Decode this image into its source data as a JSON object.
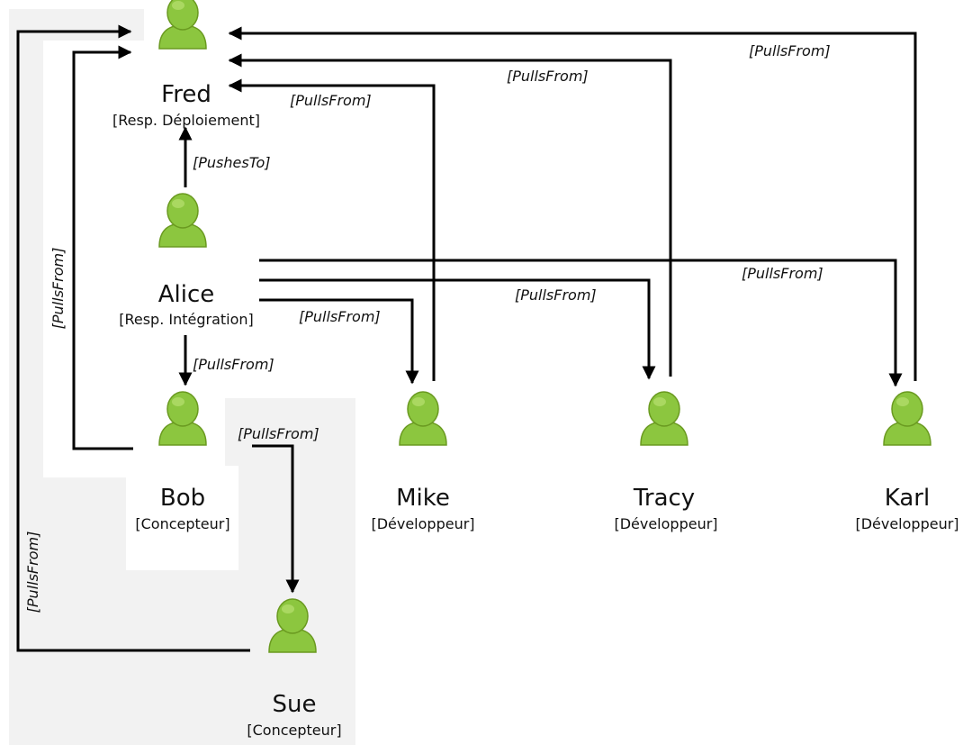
{
  "colors": {
    "background": "#ffffff",
    "shade": "#f2f2f2",
    "person_fill": "#8cc63f",
    "person_stroke": "#6a9a20",
    "edge": "#000000"
  },
  "icon": "person-icon",
  "people": {
    "fred": {
      "name": "Fred",
      "role": "[Resp. Déploiement]"
    },
    "alice": {
      "name": "Alice",
      "role": "[Resp. Intégration]"
    },
    "bob": {
      "name": "Bob",
      "role": "[Concepteur]"
    },
    "sue": {
      "name": "Sue",
      "role": "[Concepteur]"
    },
    "mike": {
      "name": "Mike",
      "role": "[Développeur]"
    },
    "tracy": {
      "name": "Tracy",
      "role": "[Développeur]"
    },
    "karl": {
      "name": "Karl",
      "role": "[Développeur]"
    }
  },
  "relations": {
    "alice_fred": "[PushesTo]",
    "fred_karl": "[PullsFrom]",
    "fred_tracy": "[PullsFrom]",
    "fred_mike": "[PullsFrom]",
    "fred_bob": "[PullsFrom]",
    "alice_karl": "[PullsFrom]",
    "alice_tracy": "[PullsFrom]",
    "alice_mike": "[PullsFrom]",
    "alice_bob": "[PullsFrom]",
    "bob_sue": "[PullsFrom]",
    "fred_sue": "[PullsFrom]"
  }
}
